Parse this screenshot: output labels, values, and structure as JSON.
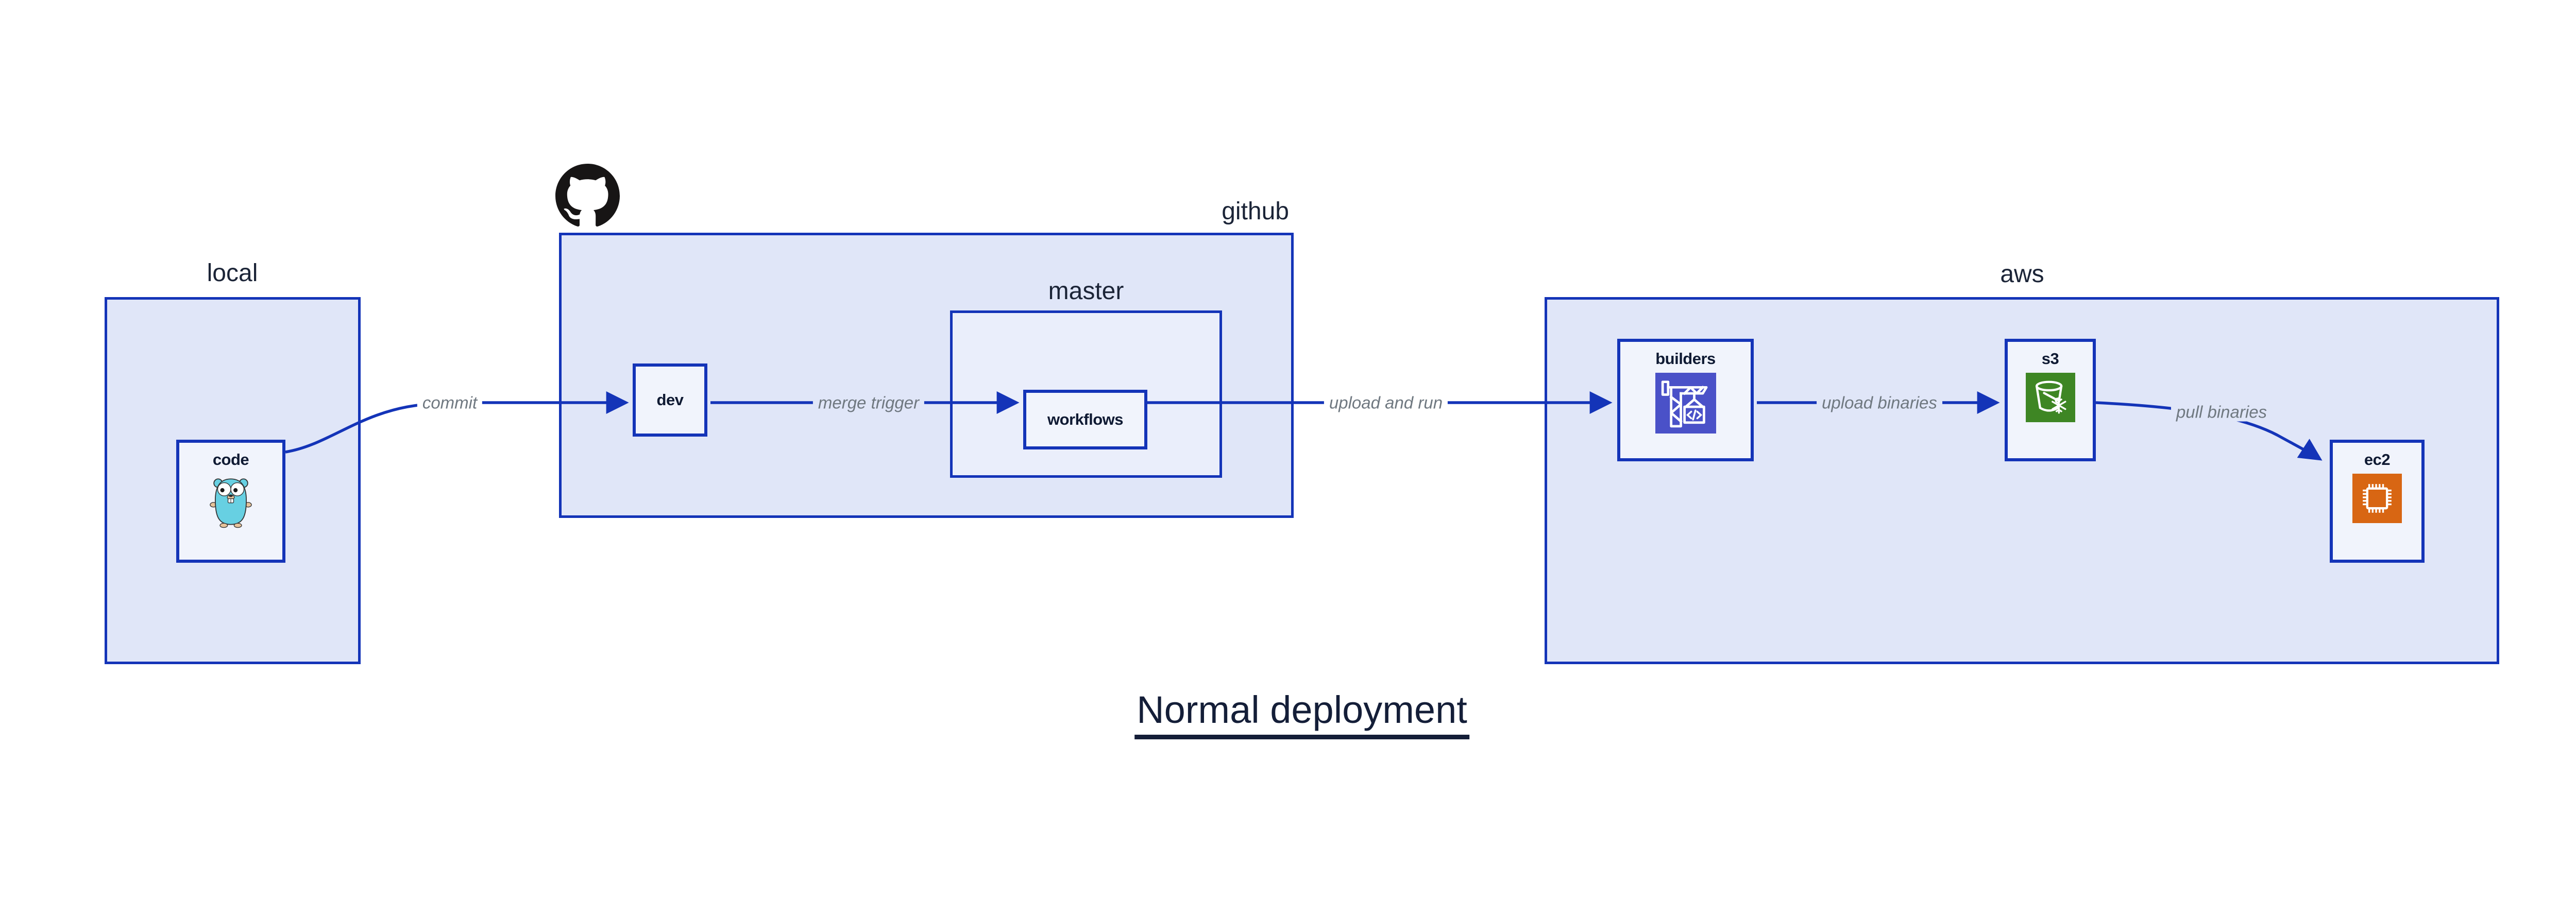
{
  "diagram": {
    "title": "Normal deployment",
    "colors": {
      "background": "#ffffff",
      "border_blue": "#1434b8",
      "group_fill": "#e0e6f8",
      "master_fill": "#eaeefb",
      "node_fill": "#f1f4fc",
      "edge_label_gray": "#6f7880",
      "node_label_navy": "#0f1a33",
      "section_label_color": "#1b2437",
      "title_color": "#141e38",
      "codebuild_indigo": "#4a51c8",
      "s3_green": "#3e8624",
      "ec2_orange": "#d86613",
      "octocat_black": "#171515",
      "gopher_teal": "#67d0e2"
    },
    "groups": {
      "local": {
        "label": "local"
      },
      "github": {
        "label": "github",
        "logo_icon": "github-octocat-icon"
      },
      "master": {
        "label": "master"
      },
      "aws": {
        "label": "aws"
      }
    },
    "nodes": {
      "code": {
        "label": "code",
        "icon": "go-gopher-icon"
      },
      "dev": {
        "label": "dev"
      },
      "workflows": {
        "label": "workflows"
      },
      "builders": {
        "label": "builders",
        "icon": "codebuild-crane-icon"
      },
      "s3": {
        "label": "s3",
        "icon": "s3-bucket-icon"
      },
      "ec2": {
        "label": "ec2",
        "icon": "ec2-chip-icon"
      }
    },
    "edges": [
      {
        "from": "code",
        "to": "dev",
        "label": "commit"
      },
      {
        "from": "dev",
        "to": "workflows",
        "label": "merge trigger"
      },
      {
        "from": "workflows",
        "to": "builders",
        "label": "upload and run"
      },
      {
        "from": "builders",
        "to": "s3",
        "label": "upload binaries"
      },
      {
        "from": "s3",
        "to": "ec2",
        "label": "pull binaries"
      }
    ]
  }
}
